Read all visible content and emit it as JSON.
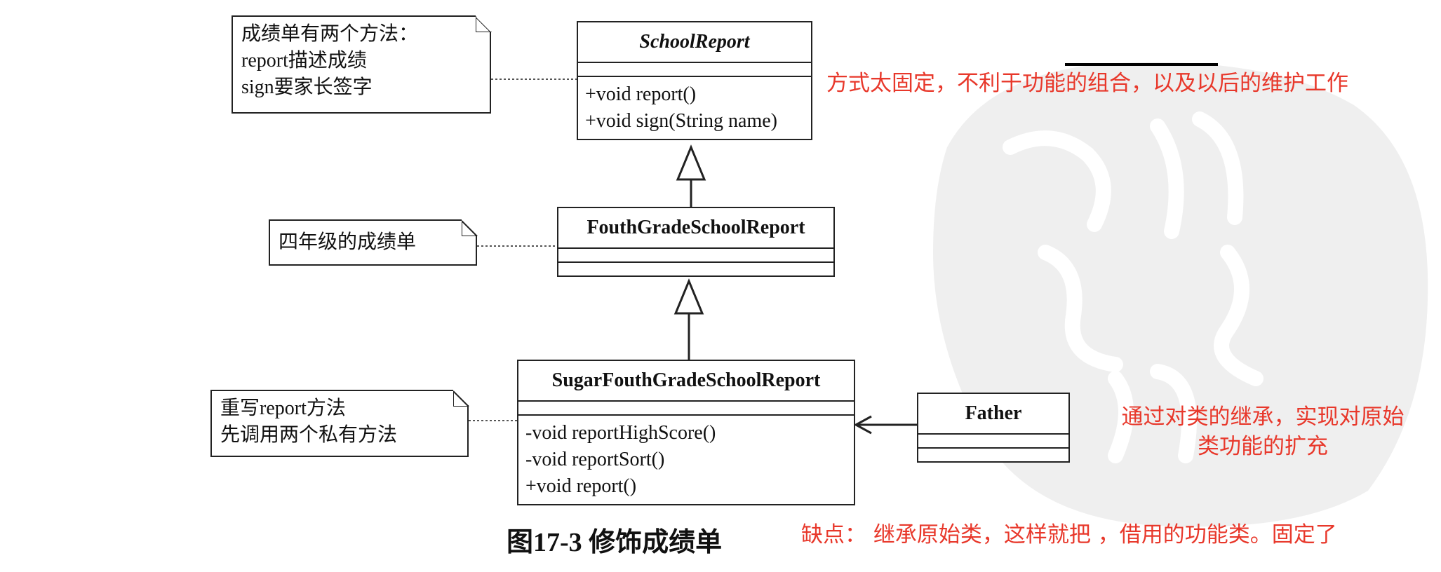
{
  "classes": {
    "school_report": {
      "name": "SchoolReport",
      "methods": [
        "+void report()",
        "+void sign(String name)"
      ]
    },
    "fourth_grade": {
      "name": "FouthGradeSchoolReport"
    },
    "sugar_fourth_grade": {
      "name": "SugarFouthGradeSchoolReport",
      "methods": [
        "-void reportHighScore()",
        "-void reportSort()",
        "+void report()"
      ]
    },
    "father": {
      "name": "Father"
    }
  },
  "notes": {
    "school_report_note": [
      "成绩单有两个方法：",
      "report描述成绩",
      "sign要家长签字"
    ],
    "fourth_grade_note": [
      "四年级的成绩单"
    ],
    "sugar_note": [
      "重写report方法",
      "先调用两个私有方法"
    ]
  },
  "annotations": {
    "top_right": "方式太固定，不利于功能的组合，以及以后的维护工作",
    "middle_right": [
      "通过对类的继承，实现对原始",
      "类功能的扩充"
    ],
    "bottom": "缺点：  继承原始类，这样就把 ，借用的功能类。固定了"
  },
  "caption": "图17-3   修饰成绩单",
  "colors": {
    "annotation": "#e8382b",
    "line": "#222222"
  }
}
